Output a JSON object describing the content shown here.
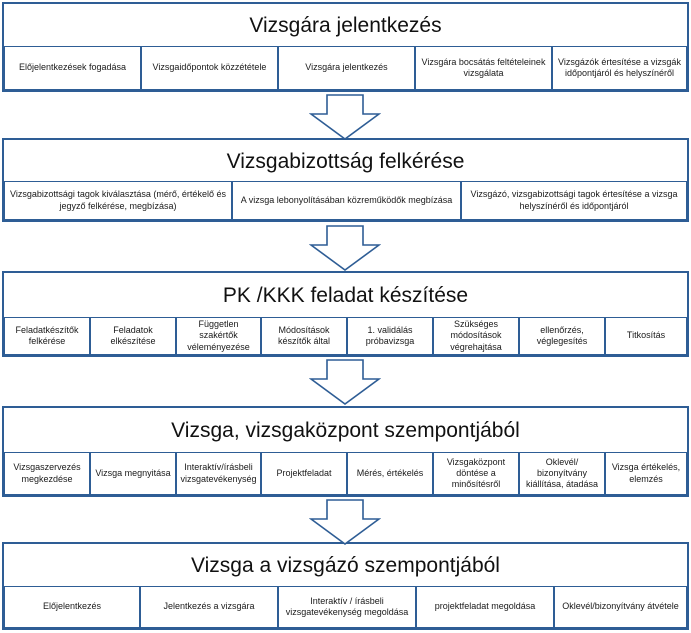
{
  "sections": [
    {
      "title": "Vizsgára jelentkezés",
      "items": [
        "Előjelentkezések fogadása",
        "Vizsgaidőpontok közzététele",
        "Vizsgára jelentkezés",
        "Vizsgára bocsátás feltételeinek vizsgálata",
        "Vizsgázók értesítése a vizsgák időpontjáról és helyszínéről"
      ]
    },
    {
      "title": "Vizsgabizottság felkérése",
      "items": [
        "Vizsgabizottsági tagok kiválasztása (mérő, értékelő és jegyző felkérése, megbízása)",
        "A vizsga lebonyolításában közreműködők megbízása",
        "Vizsgázó, vizsgabizottsági tagok értesítése a vizsga helyszínéről és időpontjáról"
      ]
    },
    {
      "title": "PK /KKK feladat készítése",
      "items": [
        "Feladatkészítők felkérése",
        "Feladatok elkészítése",
        "Független szakértők véleményezése",
        "Módosítások készítők által",
        "1. validálás próbavizsga",
        "Szükséges módosítások végrehajtása",
        "ellenőrzés, véglegesítés",
        "Titkosítás"
      ]
    },
    {
      "title": "Vizsga, vizsgaközpont szempontjából",
      "items": [
        "Vizsgaszervezés megkezdése",
        "Vizsga megnyitása",
        "Interaktív/írásbeli vizsgatevékenység",
        "Projektfeladat",
        "Mérés, értékelés",
        "Vizsgaközpont döntése a minősítésről",
        "Oklevél/ bizonyítvány kiállítása, átadása",
        "Vizsga értékelés, elemzés"
      ]
    },
    {
      "title": "Vizsga a vizsgázó szempontjából",
      "items": [
        "Előjelentkezés",
        "Jelentkezés a vizsgára",
        "Interaktív / írásbeli vizsgatevékenység megoldása",
        "projektfeladat megoldása",
        "Oklevél/bizonyítvány átvétele"
      ]
    }
  ],
  "colors": {
    "border": "#2e5d95",
    "arrow_fill": "#ffffff",
    "text": "#1a1a1a"
  }
}
